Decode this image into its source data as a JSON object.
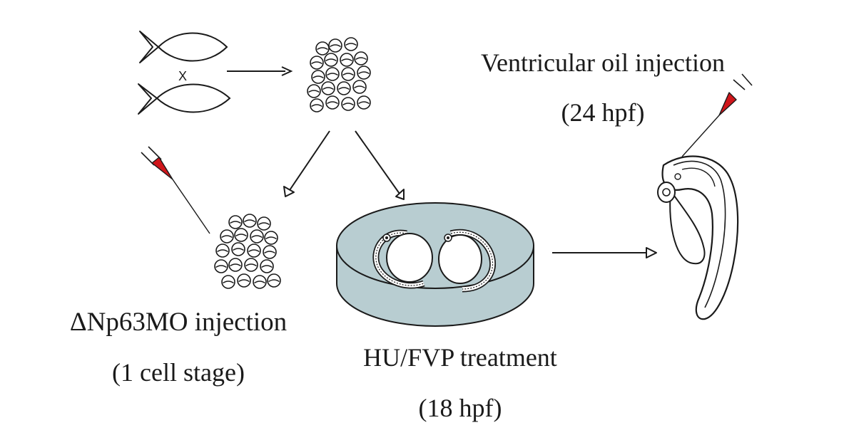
{
  "labels": {
    "cross_symbol": "X",
    "ventricular_title": "Ventricular oil injection",
    "ventricular_time": "(24 hpf)",
    "morpholino_title": "ΔNp63MO injection",
    "morpholino_stage": "(1 cell stage)",
    "treatment_title": "HU/FVP treatment",
    "treatment_time": "(18 hpf)"
  },
  "colors": {
    "line": "#1a1a1a",
    "needle_red": "#d0161b",
    "dish_fill": "#b8cdd1",
    "background": "#ffffff"
  },
  "icons": [
    "fish-icon",
    "embryo-cluster-icon",
    "microinjection-needle-icon",
    "petri-dish-icon",
    "curled-embryo-icon",
    "zebrafish-larva-icon"
  ]
}
